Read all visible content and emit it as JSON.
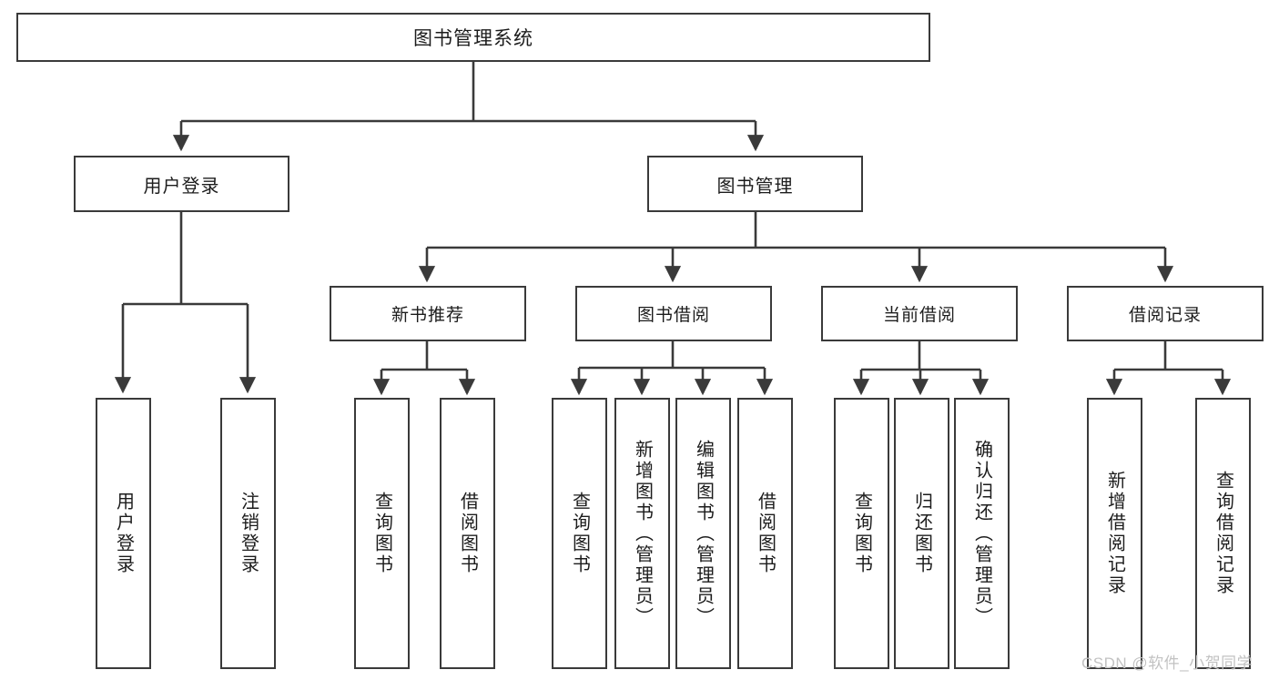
{
  "diagram": {
    "title": "图书管理系统",
    "watermark": "CSDN @软件_小贺同学",
    "colors": {
      "border": "#3a3a3a",
      "background": "#ffffff",
      "text": "#1c1c1c",
      "watermark": "#c2c2c2"
    },
    "root": {
      "label": "图书管理系统"
    },
    "level1": [
      {
        "label": "用户登录"
      },
      {
        "label": "图书管理"
      }
    ],
    "level2": [
      {
        "label": "新书推荐"
      },
      {
        "label": "图书借阅"
      },
      {
        "label": "当前借阅"
      },
      {
        "label": "借阅记录"
      }
    ],
    "leaves": {
      "user_login": [
        {
          "label": "用户登录"
        },
        {
          "label": "注销登录"
        }
      ],
      "new_book_recommend": [
        {
          "label": "查询图书"
        },
        {
          "label": "借阅图书"
        }
      ],
      "book_borrow": [
        {
          "label": "查询图书"
        },
        {
          "label": "新增图书（管理员）"
        },
        {
          "label": "编辑图书（管理员）"
        },
        {
          "label": "借阅图书"
        }
      ],
      "current_borrow": [
        {
          "label": "查询图书"
        },
        {
          "label": "归还图书"
        },
        {
          "label": "确认归还（管理员）"
        }
      ],
      "borrow_record": [
        {
          "label": "新增借阅记录"
        },
        {
          "label": "查询借阅记录"
        }
      ]
    }
  }
}
